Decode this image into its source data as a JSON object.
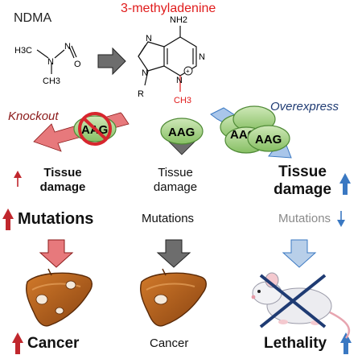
{
  "compounds": {
    "ndma_name": "NDMA",
    "three_ma_name": "3-methyladenine",
    "atoms": {
      "h3c": "H3C",
      "ch3_lower": "CH3",
      "n_amine": "N",
      "n_nitroso": "N",
      "o": "O",
      "nh2": "NH2",
      "n1": "N",
      "n3": "N",
      "n7": "N",
      "n9": "N",
      "r": "R",
      "ch3_red": "CH3",
      "charge": "+"
    }
  },
  "conditions": {
    "left": "Knockout",
    "right": "Overexpress"
  },
  "enzyme_label": "AAG",
  "columns": {
    "left": {
      "tissue_line1": "Tissue",
      "tissue_line2": "damage",
      "tissue_arrow": "up",
      "mutations": "Mutations",
      "mutations_arrow": "up",
      "outcome": "Cancer",
      "outcome_arrow": "up"
    },
    "middle": {
      "tissue_line1": "Tissue",
      "tissue_line2": "damage",
      "mutations": "Mutations",
      "outcome": "Cancer"
    },
    "right": {
      "tissue_line1": "Tissue",
      "tissue_line2": "damage",
      "tissue_arrow": "up",
      "mutations": "Mutations",
      "mutations_arrow": "down",
      "outcome": "Lethality",
      "outcome_arrow": "up"
    }
  },
  "colors": {
    "red": "#e01b1b",
    "dark_red": "#8b1a1a",
    "navy": "#1f3b73",
    "blue_arrow": "#3a78c2",
    "pink_arrow": "#e7797c",
    "grey_arrow": "#6d6d6d",
    "light_blue_arrow": "#b8cfe9",
    "enzyme_green": "#a6d08a",
    "liver_brown": "#b5651d"
  }
}
